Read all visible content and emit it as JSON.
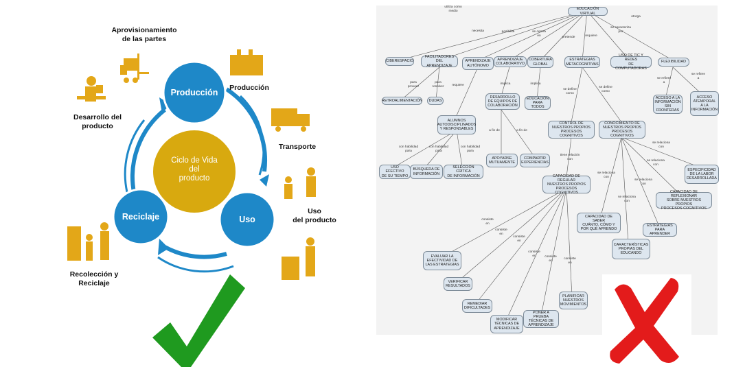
{
  "left_diagram": {
    "center": "Ciclo de Vida\ndel\nproducto",
    "circles": {
      "production": "Producción",
      "use": "Uso",
      "recycling": "Reciclaje"
    },
    "labels": {
      "supply": "Aprovisionamiento\nde las partes",
      "production": "Producción",
      "transport": "Transporte",
      "use": "Uso\ndel producto",
      "recollection": "Recolección y\nReciclaje",
      "development": "Desarrollo del\nproducto"
    },
    "colors": {
      "circle": "#1e88c8",
      "center": "#d8a90f",
      "ring": "#1e88c8",
      "icons": "#e3a718"
    }
  },
  "right_diagram": {
    "nodes": {
      "root": "EDUCACIÓN VIRTUAL",
      "ciberespacio": "CIBERESPACIO",
      "facilitadores": "FACILITADORES\nDEL APRENDIZAJE",
      "autonomo": "APRENDIZAJE\nAUTÓNOMO",
      "colaborativo": "APRENDIZAJE\nCOLABORATIVO",
      "cobertura": "COBERTURA\nGLOBAL",
      "metacognitivas": "ESTRATEGIAS\nMETACOGNITIVAS",
      "tic": "USO DE TIC Y REDES\nDE COMPUTADORAS",
      "flexibilidad": "FLEXIBILIDAD",
      "retroalimentacion": "RETROALIMENTACIÓN",
      "dudas": "DUDAS",
      "equipos": "DESARROLLO\nDE EQUIPOS DE\nCOLABORACIÓN",
      "educacion_todos": "EDUCACIÓN\nPARA TODOS",
      "acceso_fronteras": "ACCESO A LA\nINFORMACIÓN\nSIN FRONTERAS",
      "acceso_atemporal": "ACCESO\nATEMPORAL\nA LA\nINFORMACIÓN",
      "alumnos": "ALUMNOS\nAUTODISCIPLINADOS\nY RESPONSABLES",
      "control": "CONTROL DE\nNUESTROS PROPIOS\nPROCESOS COGNITIVOS",
      "conocimiento": "CONOCIMIENTO DE\nNUESTROS PROPIOS\nPROCESOS COGNITIVOS",
      "uso_tiempo": "USO EFECTIVO\nDE SU TIEMPO",
      "busqueda": "BÚSQUEDA DE\nINFORMACIÓN",
      "seleccion": "SELECCIÓN CRÍTICA\nDE INFORMACIÓN",
      "apoyarse": "APOYARSE\nMUTUAMENTE",
      "compartir": "COMPARTIR\nEXPERIENCIAS",
      "especificidad": "ESPECIFICIDAD\nDE LA LABOR\nDESARROLLADA",
      "capacidad_regular": "CAPACIDAD DE REGULAR\nNUESTROS PROPIOS\nPROCESOS COGNITIVOS",
      "reflexionar": "CAPACIDAD DE REFLEXIONAR\nSOBRE NUESTROS PROPIOS\nPROCESOS COGNITIVOS",
      "saber": "CAPACIDAD DE SABER\nCUÁNTO, CÓMO Y\nPOR QUÉ APRENDO",
      "estrategias_aprender": "ESTRATEGIAS\nPARA APRENDER",
      "caracteristicas": "CARACTERÍSTICAS\nPROPIAS DEL\nEDUCANDO",
      "evaluar": "EVALUAR LA\nEFECTIVIDAD DE\nLAS ESTRATEGIAS",
      "verificar": "VERIFICAR\nRESULTADOS",
      "remediar": "REMEDIAR\nDIFICULTADES",
      "modificar": "MODIFICAR\nTÉCNICAS DE\nAPRENDIZAJE",
      "poner": "PONER A PRUEBA\nTÉCNICAS DE\nAPRENDIZAJE",
      "planificar": "PLANIFICAR\nNUESTROS\nMOVIMIENTOS"
    },
    "edge_labels": {
      "utiliza": "utiliza como\nmedio",
      "necesita": "necesita",
      "posibilita": "posibilita",
      "centra": "se centra\nen",
      "pretende": "pretende",
      "requiere": "requiere",
      "caracteriza": "se caracteriza\npor",
      "otorga": "otorga",
      "proveer": "para\nproveer",
      "resolver": "para\nresolver",
      "requiere2": "requiere",
      "implica": "implica",
      "implica2": "implica",
      "define1": "se define\ncomo",
      "define2": "se define\ncomo",
      "refiere1": "se refiere\na",
      "refiere2": "se refiere\na",
      "habilidad1": "con habilidad\npara",
      "habilidad2": "con habilidad\npara",
      "habilidad3": "con habilidad\npara",
      "afin1": "a fin de",
      "afin2": "a fin de",
      "relacion": "tiene relación\ncon",
      "rel1": "se relaciona\ncon",
      "rel2": "se relaciona\ncon",
      "rel3": "se relaciona\ncon",
      "rel4": "se relaciona\ncon",
      "rel5": "se relaciona\ncon",
      "cons1": "consiste\nen",
      "cons2": "consiste\nen",
      "cons3": "consiste\nen",
      "cons4": "consiste\nen",
      "cons5": "consiste\nen",
      "cons6": "consiste\nen"
    },
    "colors": {
      "node_fill": "#dde6ef",
      "node_border": "#7d8b98",
      "line": "#555555"
    }
  },
  "marks": {
    "check_color": "#1f9a1f",
    "cross_color": "#e31b1b"
  }
}
